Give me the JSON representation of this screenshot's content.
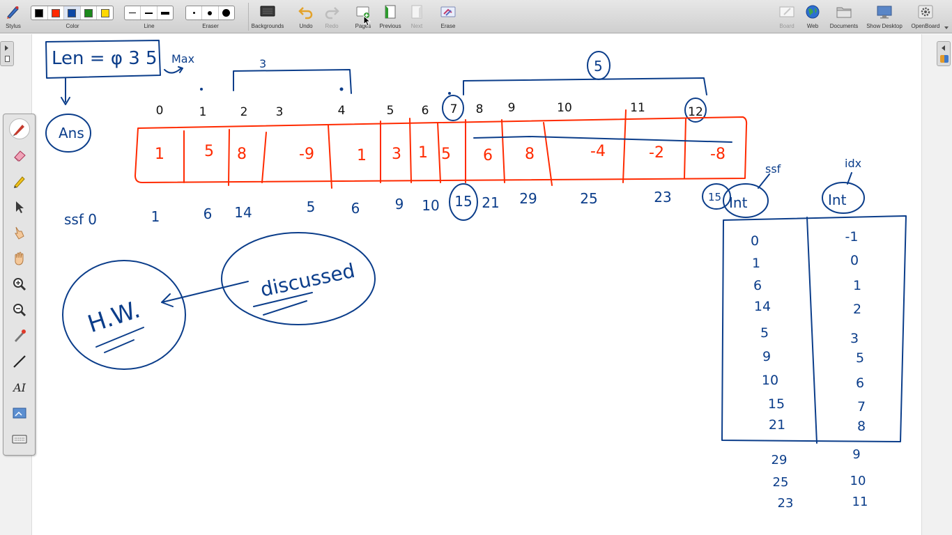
{
  "toolbar": {
    "stylus_label": "Stylus",
    "color_label": "Color",
    "colors": [
      "#000000",
      "#ff2a00",
      "#0b47a6",
      "#1c8a1c",
      "#ffd800"
    ],
    "line_label": "Line",
    "eraser_label": "Eraser",
    "backgrounds_label": "Backgrounds",
    "undo_label": "Undo",
    "redo_label": "Redo",
    "pages_label": "Pages",
    "previous_label": "Previous",
    "next_label": "Next",
    "erase_label": "Erase",
    "board_label": "Board",
    "web_label": "Web",
    "documents_label": "Documents",
    "show_desktop_label": "Show Desktop",
    "openboard_label": "OpenBoard"
  },
  "palette": {
    "tools": [
      "pen-icon",
      "eraser-icon",
      "marker-icon",
      "selector-icon",
      "interactor-icon",
      "hand-icon",
      "zoom-in-icon",
      "zoom-out-icon",
      "laser-pointer-icon",
      "line-icon",
      "text-icon",
      "capture-icon",
      "keyboard-icon"
    ],
    "text_tool_glyph": "AI"
  },
  "board": {
    "ink_blue": "#0b3d8a",
    "ink_red": "#ff2a00",
    "len_box": {
      "label": "Len = φ 3 5",
      "max_note": "Max",
      "ans_label": "Ans"
    },
    "window_3_label": "3",
    "window_5_label": "5",
    "indices": [
      "0",
      "1",
      "2",
      "3",
      "4",
      "5",
      "6",
      "7",
      "8",
      "9",
      "10",
      "11",
      "12"
    ],
    "array_values": [
      "1",
      "5",
      "8",
      "-9",
      "1",
      "3",
      "1",
      "5",
      "6",
      "8",
      "-4",
      "-2",
      "-8"
    ],
    "prefix_label": "ssf 0",
    "prefix_sums": [
      "1",
      "6",
      "14",
      "5",
      "6",
      "9",
      "10",
      "15",
      "21",
      "29",
      "25",
      "23"
    ],
    "table": {
      "ssf_note": "ssf",
      "idx_note": "idx",
      "key_header": "Int",
      "value_header": "Int",
      "circled_note": "15",
      "keys": [
        "0",
        "1",
        "6",
        "14",
        "5",
        "9",
        "10",
        "15",
        "21"
      ],
      "values": [
        "-1",
        "0",
        "1",
        "2",
        "3",
        "5",
        "6",
        "7",
        "8"
      ],
      "overflow_keys": [
        "29",
        "25",
        "23"
      ],
      "overflow_values": [
        "9",
        "10",
        "11"
      ]
    },
    "homework_label": "H.W.",
    "discussed_label": "discussed"
  }
}
